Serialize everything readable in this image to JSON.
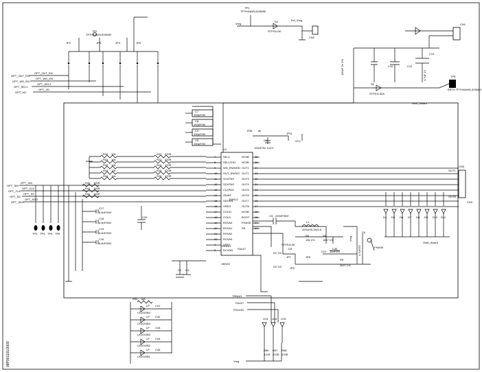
{
  "title_block": {
    "drawing_id": "08P001101/2009"
  },
  "ic": {
    "ref": "U1",
    "part": "TA8412",
    "left_pins": [
      {
        "num": "7",
        "name": "SEL2"
      },
      {
        "num": "8",
        "name": "SEL1/SS1"
      },
      {
        "num": "9",
        "name": "WD_EN/MOD"
      },
      {
        "num": "10",
        "name": "OUT_EN/DIS"
      },
      {
        "num": "11",
        "name": "SCKPAS"
      },
      {
        "num": "12",
        "name": "SCKPAS"
      },
      {
        "num": "13",
        "name": "CLKPAS"
      },
      {
        "num": "14",
        "name": "SDINT"
      },
      {
        "num": "15",
        "name": "SDOEN"
      },
      {
        "num": "16",
        "name": "VREG"
      },
      {
        "num": "17",
        "name": "COUO"
      },
      {
        "num": "18",
        "name": "COU1"
      },
      {
        "num": "19",
        "name": "ROVA0"
      },
      {
        "num": "20",
        "name": "ROVA1"
      },
      {
        "num": "21",
        "name": "ROVA2"
      },
      {
        "num": "22",
        "name": "ROVA3"
      },
      {
        "num": "1",
        "name": "VREF"
      },
      {
        "num": "2",
        "name": "DCVDD"
      }
    ],
    "right_pins": [
      {
        "num": "36",
        "name": "NC0B"
      },
      {
        "num": "35",
        "name": "NC0B"
      },
      {
        "num": "34",
        "name": "OUT1"
      },
      {
        "num": "33",
        "name": "OUT2"
      },
      {
        "num": "32",
        "name": "OUT3"
      },
      {
        "num": "31",
        "name": "OUT4"
      },
      {
        "num": "30",
        "name": "OUT5"
      },
      {
        "num": "29",
        "name": "OUT6"
      },
      {
        "num": "28",
        "name": "OUT7"
      },
      {
        "num": "27",
        "name": "OUT8"
      },
      {
        "num": "26",
        "name": "NC0B"
      },
      {
        "num": "25",
        "name": "BOOT"
      },
      {
        "num": "24",
        "name": "PHASE"
      },
      {
        "num": "23",
        "name": "FB"
      }
    ],
    "bottom_labels": [
      "TRNNG",
      "FAULT",
      "VBS2S"
    ]
  },
  "inputs": [
    {
      "name": "OPT_OUT_EN",
      "ref": "OPT_OUT_EN"
    },
    {
      "name": "OPT_WD_EN",
      "ref": "OPT_WD_EN"
    },
    {
      "name": "OPT_SEL1",
      "ref": "OPT_SEL1"
    },
    {
      "name": "OPT_VD",
      "ref": "OPT_VD"
    }
  ],
  "spi": [
    {
      "name": "OPT_SDI",
      "ref": "OPT_SDI"
    },
    {
      "name": "OPT_CLK",
      "ref": "OPT_CLK"
    },
    {
      "name": "OPT_SS",
      "ref": "OPT_SS"
    },
    {
      "name": "OPT_SDO",
      "ref": "OPT_SDO"
    }
  ],
  "jumpers": [
    "JP2",
    "JP3",
    "JP4",
    "JP5"
  ],
  "test_points": [
    {
      "ref": "TP1",
      "label": "TP7H4ANSLID/5MM"
    },
    {
      "ref": "TP2",
      "label": "TP7H4ANSLID/5MM"
    },
    {
      "ref": "TP8",
      "label": "ERTH TP7H4ANSLID/5MM"
    }
  ],
  "left_tps": [
    "TP3",
    "TP4",
    "TP5",
    "TP6"
  ],
  "connectors": {
    "cn1": "CN1",
    "cn2": "CN2",
    "cn3": "CN3",
    "out1": "OUT1",
    "out8": "OUT8",
    "gnd_board": "GND_Board",
    "gnd_board2": "GND_Board"
  },
  "power": {
    "vreg": "Vreg",
    "d1": "D1",
    "d1_part": "STPS1L30",
    "d2": "D2",
    "d2_part": "STPS1L30A",
    "ext_vreg": "Ext_Vreg",
    "vcc": "VCC",
    "c10": "C10",
    "c12": "C12",
    "c13": "C13",
    "c13_val": "4.7uF 1V",
    "c12_val": "100nF 5V 1%"
  },
  "resistors_left": [
    {
      "ref": "R30",
      "val": "10k"
    },
    {
      "ref": "R31",
      "val": "10k"
    },
    {
      "ref": "R32",
      "val": "10k"
    },
    {
      "ref": "R33",
      "val": "10k"
    },
    {
      "ref": "R34",
      "val": "10k"
    }
  ],
  "resistors_mid": [
    {
      "ref": "R22",
      "val": "470R"
    },
    {
      "ref": "R23",
      "val": "470R"
    },
    {
      "ref": "R24",
      "val": "470R"
    },
    {
      "ref": "R25",
      "val": "470R"
    },
    {
      "ref": "R26",
      "val": "470R"
    }
  ],
  "spi_res": [
    {
      "ref": "R40",
      "val": "100R"
    },
    {
      "ref": "R41",
      "val": "100R"
    },
    {
      "ref": "R42",
      "val": "100R"
    }
  ],
  "caps_top": [
    {
      "ref": "C7",
      "val": "100pF/5V"
    },
    {
      "ref": "C8",
      "val": "100pF/5V"
    },
    {
      "ref": "C9",
      "val": "100pF/5V"
    },
    {
      "ref": "C5",
      "val": "100pF/5V"
    }
  ],
  "caps_left": [
    {
      "ref": "C17",
      "val": "6.8nF/50V"
    },
    {
      "ref": "C18",
      "val": "6.8nF/50V"
    },
    {
      "ref": "C19",
      "val": "6.8nF/50V"
    },
    {
      "ref": "C16",
      "val": "6.8nF/50V"
    }
  ],
  "misc": {
    "r35": "R35",
    "r35_val": "8k",
    "jp11": "JP11",
    "c4": "C4",
    "c4_val": "100nF/5V 1uCC",
    "c3": "C3",
    "c3_val": "220nF/50V",
    "l1": "L1",
    "l1_val": "100uH/0.3A/0.8",
    "r6": "R6",
    "r6_val": "10k 1%",
    "r8": "R8",
    "r8_val": "1k47 1%",
    "r9": "R9",
    "r9_val": "2k37 1%",
    "c21": "C21",
    "c21_val": "10nF/5V",
    "c6": "C6",
    "c6_val": "4.7uF/5V",
    "d3": "D3",
    "d3_part": "STPS1L30",
    "jp7": "JP7",
    "jp8": "JP8",
    "jp9": "JP9",
    "dc_dc": "DC DC",
    "phase": "PHASE",
    "trnng": "TRNNG",
    "fault": "FAULT",
    "pgood": "PGOOD",
    "vreg_bottom": "Vreg",
    "r50": "R50",
    "r50_val": "1k8",
    "c30": "C30",
    "c20": "C20",
    "c2": "C2",
    "c3b": "C3"
  },
  "leds": [
    {
      "ref": "LP",
      "led": "LEDOOB4",
      "cap": "C41"
    },
    {
      "ref": "LP",
      "led": "LEDOOB3",
      "cap": "C42"
    },
    {
      "ref": "LP",
      "led": "LEDOOB3",
      "cap": "C43"
    },
    {
      "ref": "LP",
      "led": "LEDOOB2",
      "cap": "C44"
    },
    {
      "ref": "LP",
      "led": "LEDOOB1",
      "cap": "C45"
    }
  ],
  "out_leds": [
    "D4",
    "D5",
    "D6",
    "D7",
    "D8",
    "D9",
    "D10",
    "D11"
  ],
  "bottom_leds": [
    "LD3",
    "LD4",
    "LD5"
  ],
  "bottom_res": [
    {
      "ref": "R56",
      "val": "470R"
    },
    {
      "ref": "R57",
      "val": "470R"
    },
    {
      "ref": "R58",
      "val": "470R"
    }
  ]
}
